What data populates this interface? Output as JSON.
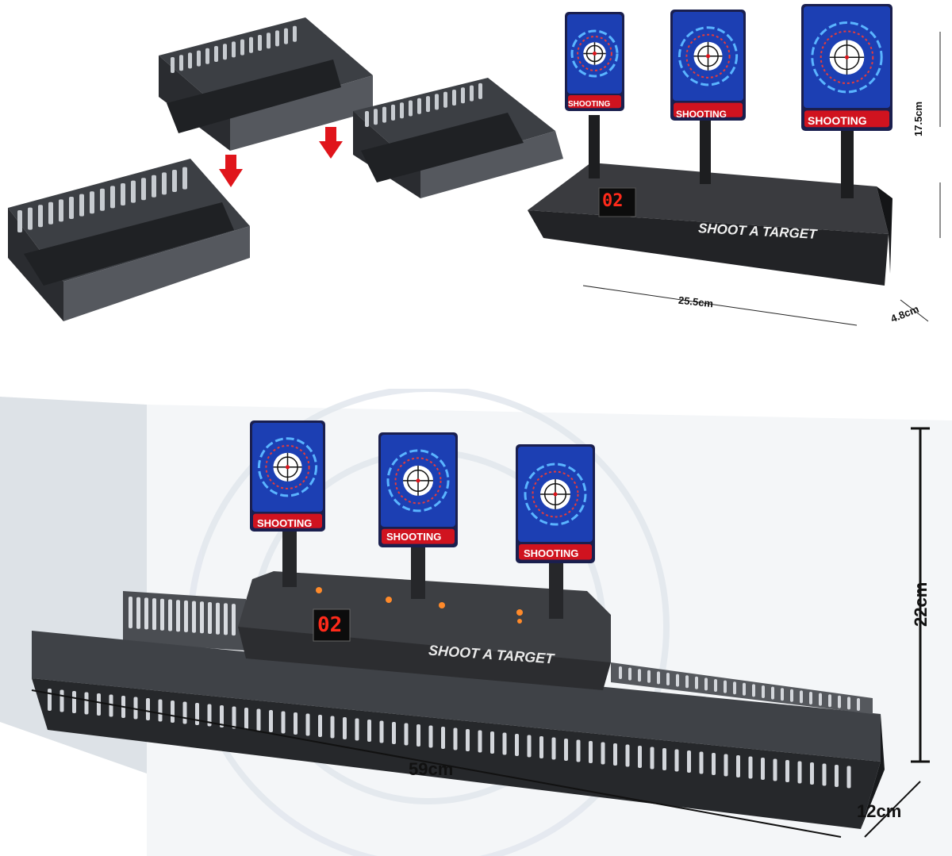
{
  "colors": {
    "target_blue": "#1c3fb3",
    "target_navy": "#1a1f4e",
    "banner_red": "#d0131f",
    "base_dark": "#2c2d30",
    "rail_gray": "#4a4d52",
    "led_red": "#ff2a1a",
    "arrow_red": "#e0151b",
    "wall_gray": "#dfe5ea"
  },
  "top": {
    "targets": [
      {
        "label": "SHOOTING"
      },
      {
        "label": "SHOOTING"
      },
      {
        "label": "SHOOTING"
      }
    ],
    "display_digits": "02",
    "base_logo": "SHOOT A TARGET",
    "dimensions": {
      "height": "17.5cm",
      "width": "25.5cm",
      "depth": "4.8cm"
    }
  },
  "bottom": {
    "targets": [
      {
        "label": "SHOOTING"
      },
      {
        "label": "SHOOTING"
      },
      {
        "label": "SHOOTING"
      }
    ],
    "display_digits": "02",
    "base_logo": "SHOOT A TARGET",
    "dimensions": {
      "height": "22cm",
      "length": "59cm",
      "depth": "12cm"
    }
  },
  "icons": [
    "arrow-down-icon",
    "crosshair-icon",
    "gun-logo-icon"
  ]
}
